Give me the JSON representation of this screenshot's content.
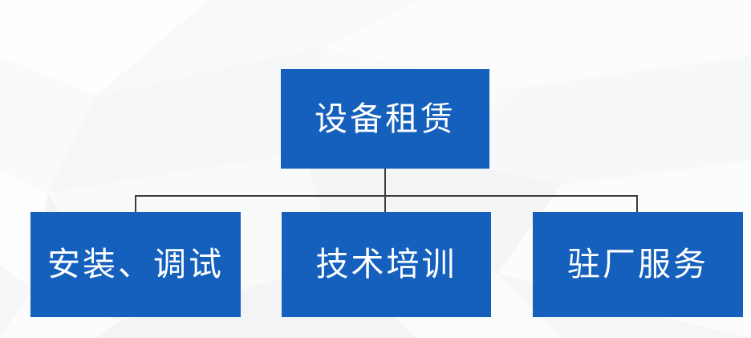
{
  "diagram": {
    "type": "org-chart",
    "background_color": "#f4f5f7",
    "node_color": "#1560bd",
    "node_text_color": "#ffffff",
    "connector_color": "#3c3c3c",
    "root": {
      "label": "设备租赁"
    },
    "children": [
      {
        "label": "安装、调试"
      },
      {
        "label": "技术培训"
      },
      {
        "label": "驻厂服务"
      }
    ]
  }
}
